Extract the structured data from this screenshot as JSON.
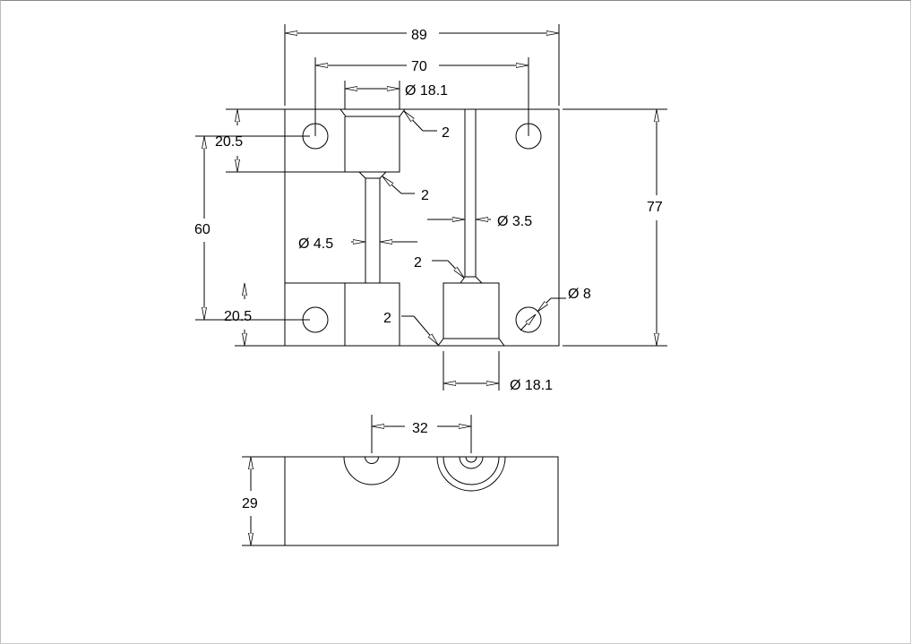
{
  "drawing": {
    "plan_view": {
      "overall_width": "89",
      "hole_spacing": "70",
      "top_pocket_diameter": "Ø 18.1",
      "top_chamfer_1": "2",
      "top_chamfer_2": "2",
      "edge_offset_top": "20.5",
      "edge_offset_bottom": "20.5",
      "vertical_hole_spacing": "60",
      "overall_height": "77",
      "right_channel_diameter": "Ø 3.5",
      "left_channel_diameter": "Ø 4.5",
      "right_chamfer_upper": "2",
      "right_chamfer_lower": "2",
      "mounting_hole_diameter": "Ø 8",
      "bottom_pocket_diameter": "Ø 18.1"
    },
    "front_view": {
      "port_spacing": "32",
      "thickness": "29"
    }
  }
}
